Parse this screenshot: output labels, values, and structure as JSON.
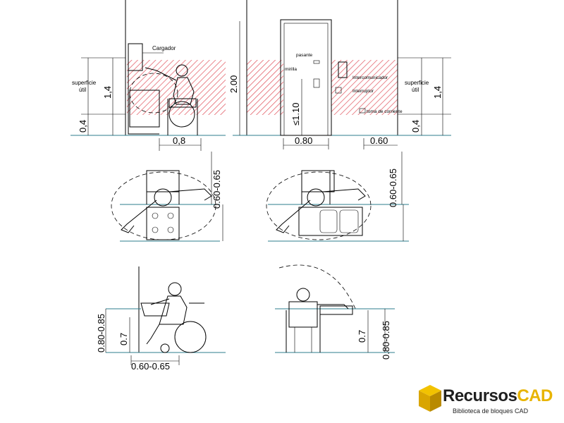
{
  "labels": {
    "cargador": "Cargador",
    "superficie_left_1": "superficie",
    "superficie_left_2": "útil",
    "superficie_right_1": "superficie",
    "superficie_right_2": "útil",
    "pasante": "pasante",
    "mirilla": "mirilla",
    "intercomunicador": "Intercomunicador",
    "interruptor": "Interruptor",
    "toma_corriente": "toma de corriente"
  },
  "dimensions": {
    "h_1_4_left": "1,4",
    "h_0_4_left": "0,4",
    "w_0_8": "0,8",
    "h_2_00": "2.00",
    "h_1_10": "≤1.10",
    "w_0_80": "0.80",
    "w_0_60": "0.60",
    "h_1_4_right": "1,4",
    "h_0_4_right": "0,4",
    "h_060_065_a": "0.60-0.65",
    "h_060_065_b": "0.60-0.65",
    "h_080_085_left": "0.80-0.85",
    "h_07_left": "0.7",
    "w_060_065": "0.60-0.65",
    "h_07_right": "0.7",
    "h_080_085_right": "0.80-0.85"
  },
  "logo": {
    "name_a": "Recursos",
    "name_b": "CAD",
    "tagline": "Biblioteca de bloques CAD"
  },
  "colors": {
    "hatch": "#e0505a",
    "ground": "#2e7c8c",
    "logo_accent": "#e8b400"
  }
}
